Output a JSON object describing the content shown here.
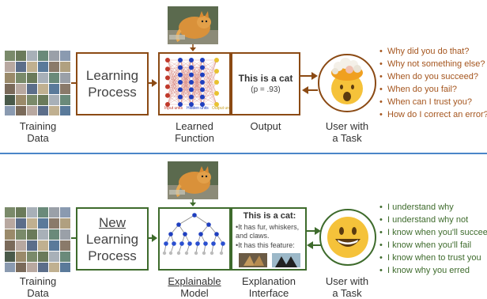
{
  "top": {
    "training_label": "Training\nData",
    "learning_process": "Learning\nProcess",
    "net_labels": {
      "input": "Input\nunits",
      "hidden": "Hidden\nunits",
      "output": "Output\nunits"
    },
    "learned_function": "Learned\nFunction",
    "output_text": "This is a cat",
    "output_prob": "(p = .93)",
    "output_label": "Output",
    "user_label": "User with\na Task",
    "questions": [
      "Why did you do that?",
      "Why not something else?",
      "When do you succeed?",
      "When do you fail?",
      "When can I trust you?",
      "How do I correct an error?"
    ]
  },
  "bottom": {
    "training_label": "Training\nData",
    "process_new": "New",
    "process_rest": "Learning\nProcess",
    "explainable_model": "Explainable",
    "model_word": "Model",
    "explanation_title": "This is a cat:",
    "explanation_items": [
      "It has fur, whiskers,\nand claws.",
      "It has this feature:"
    ],
    "explanation_label": "Explanation\nInterface",
    "user_label": "User with\na Task",
    "answers": [
      "I understand why",
      "I understand why not",
      "I know when you'll succeed",
      "I know when you'll fail",
      "I know when to trust you",
      "I know why you erred"
    ]
  },
  "colors": {
    "brown": "#8b4a14",
    "green": "#3e6b2c",
    "divider": "#4a86c8",
    "brown_text": "#a5561f",
    "emoji": "#f5c23a"
  }
}
